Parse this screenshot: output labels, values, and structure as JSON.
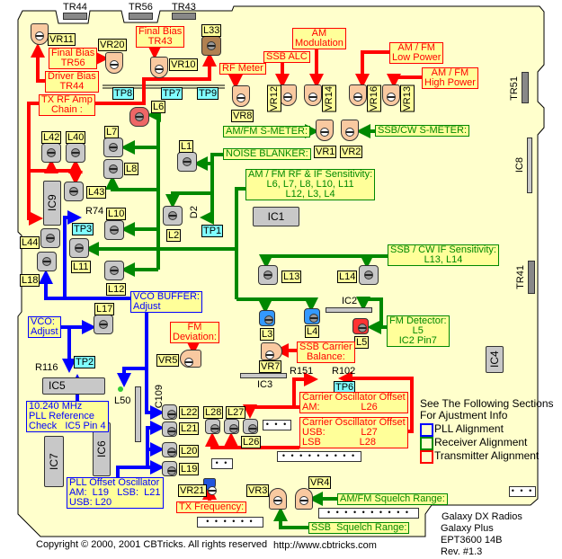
{
  "colors": {
    "board": "#ffffcc",
    "pll": "#0000ff",
    "receiver": "#008800",
    "transmitter": "#ff0000",
    "label_bg": "#ffff99",
    "testpoint": "#80ffff",
    "trimmer": "#f9c9a0",
    "coil": "#c8c8c8"
  },
  "transistors": {
    "tr44": "TR44",
    "tr56": "TR56",
    "tr43": "TR43",
    "tr51": "TR51",
    "tr41": "TR41"
  },
  "pots": {
    "vr11": "VR11",
    "vr20": "VR20",
    "vr10": "VR10",
    "vr8": "VR8",
    "vr12": "VR12",
    "vr14": "VR14",
    "vr16": "VR16",
    "vr13": "VR13",
    "vr1": "VR1",
    "vr2": "VR2",
    "vr5": "VR5",
    "vr7": "VR7",
    "vr3": "VR3",
    "vr4": "VR4",
    "vr21": "VR21"
  },
  "coils": {
    "l33": "L33",
    "l6": "L6",
    "l42": "L42",
    "l40": "L40",
    "l7": "L7",
    "l8": "L8",
    "l1": "L1",
    "l43": "L43",
    "l10": "L10",
    "l2": "L2",
    "l44": "L44",
    "l11": "L11",
    "l18": "L18",
    "l12": "L12",
    "l13": "L13",
    "l14": "L14",
    "l3": "L3",
    "l4": "L4",
    "l5": "L5",
    "l17": "L17",
    "l22": "L22",
    "l21": "L21",
    "l20": "L20",
    "l19": "L19",
    "l28": "L28",
    "l27": "L27",
    "l26": "L26",
    "l50": "L50"
  },
  "testpoints": {
    "tp8": "TP8",
    "tp7": "TP7",
    "tp9": "TP9",
    "tp3": "TP3",
    "tp1": "TP1",
    "tp2": "TP2",
    "tp6": "TP6"
  },
  "ics": {
    "ic1": "IC1",
    "ic2": "IC2",
    "ic3": "IC3",
    "ic4": "IC4",
    "ic5": "IC5",
    "ic6": "IC6",
    "ic7": "IC7",
    "ic8": "IC8",
    "ic9": "IC9"
  },
  "misc": {
    "r74": "R74",
    "r116": "R116",
    "r151": "R151",
    "r102": "R102",
    "d2": "D2",
    "c109": "C109"
  },
  "notes": {
    "final_bias_tr56": "Final Bias\nTR56",
    "driver_bias_tr44": "Driver Bias\nTR44",
    "final_bias_tr43": "Final Bias\nTR43",
    "tx_rf_amp": "TX RF Amp\nChain :",
    "rf_meter": "RF Meter",
    "ssb_alc": "SSB ALC",
    "am_modulation": "AM\nModulation",
    "am_fm_low_power": "AM / FM\nLow Power",
    "am_fm_high_power": "AM / FM\nHigh Power",
    "am_fm_s_meter": "AM/FM S-METER:",
    "ssb_cw_s_meter": "SSB/CW S-METER:",
    "noise_blanker": "NOISE BLANKER:",
    "am_fm_sensitivity": "AM / FM RF & IF Sensitivity:\nL6, L7, L8, L10, L11\nL12, L3, L4",
    "ssb_cw_if_sensitivity": "SSB / CW IF Sensitivity:\nL13, L14",
    "vco_buffer": "VCO BUFFER:\nAdjust",
    "vco_adjust": "VCO:\nAdjust",
    "fm_deviation": "FM\nDeviation:",
    "ssb_carrier_balance": "SSB Carrier\nBalance:",
    "fm_detector": "FM Detector:\nL5\nIC2 Pin7",
    "pll_reference": "10.240 MHz\nPLL Reference\nCheck   IC5 Pin 4",
    "pll_offset": "PLL Offset Oscillator\nAM:  L19   LSB:  L21\nUSB: L20",
    "carrier_offset_am": "Carrier Oscillator Offset\nAM:               L26",
    "carrier_offset_usb_lsb": "Carrier Oscillator Offset\nUSB:             L27\nLSB              L28",
    "tx_frequency": "TX Frequency:",
    "am_fm_squelch": "AM/FM Squelch Range:",
    "ssb_squelch": "SSB  Squelch Range:"
  },
  "legend": {
    "heading": "See The Following Sections\nFor Ajustment Info",
    "items": [
      {
        "label": "PLL Alignment",
        "color": "#0000ff"
      },
      {
        "label": "Receiver Alignment",
        "color": "#008800"
      },
      {
        "label": "Transmitter Alignment",
        "color": "#ff0000"
      }
    ]
  },
  "title_block": {
    "line1": "Galaxy DX Radios",
    "line2": "Galaxy Plus",
    "line3": "EPT3600 14B",
    "line4": "Rev. #1.3"
  },
  "footer": {
    "copyright": "Copyright © 2000, 2001 CBTricks. All rights reserved",
    "url": "http://www.cbtricks.com"
  }
}
